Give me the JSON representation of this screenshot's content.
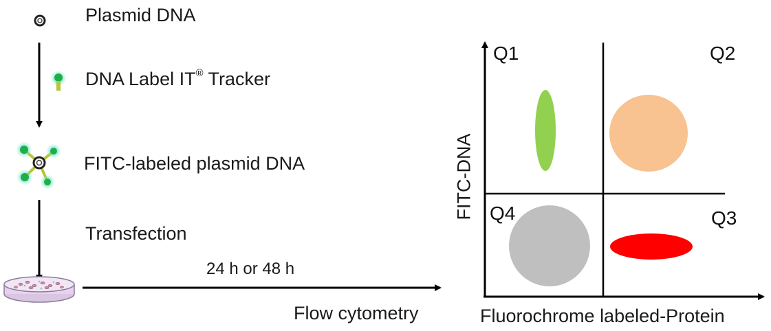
{
  "workflow": {
    "step1": "Plasmid DNA",
    "step2_main": "DNA Label IT",
    "step2_sup": "®",
    "step2_tail": " Tracker",
    "step3": "FITC-labeled plasmid DNA",
    "step4": "Transfection",
    "time_label": "24 h or 48 h",
    "method": "Flow cytometry"
  },
  "plot": {
    "y_axis_label": "FITC-DNA",
    "x_axis_label": "Fluorochrome labeled-Protein",
    "quadrants": [
      "Q1",
      "Q2",
      "Q3",
      "Q4"
    ]
  },
  "colors": {
    "q1_population": "#92d050",
    "q2_population": "#f8c291",
    "q3_population": "#ff0000",
    "q4_population": "#bfbfbf",
    "label_green": "#22b14c"
  }
}
